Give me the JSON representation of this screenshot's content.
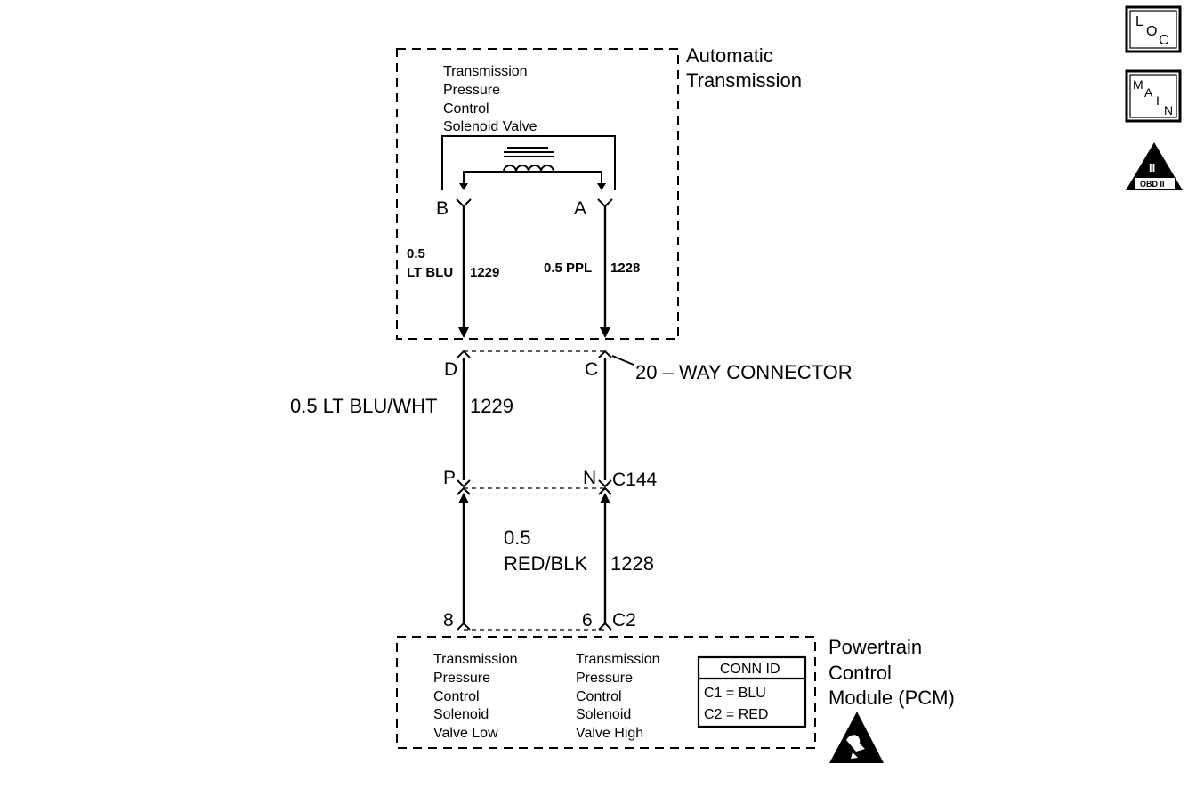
{
  "automatic_transmission": {
    "title_lines": [
      "Automatic",
      "Transmission"
    ],
    "solenoid_label_lines": [
      "Transmission",
      "Pressure",
      "Control",
      "Solenoid Valve"
    ],
    "terminal_b": "B",
    "terminal_a": "A",
    "wire_b": {
      "gauge": "0.5",
      "color": "LT BLU",
      "circuit": "1229"
    },
    "wire_a": {
      "gauge_color": "0.5 PPL",
      "circuit": "1228"
    }
  },
  "connector_20way": {
    "pin_left": "D",
    "pin_right": "C",
    "label": "20 – WAY CONNECTOR"
  },
  "mid_wire_left": {
    "gauge_color": "0.5 LT BLU/WHT",
    "circuit": "1229"
  },
  "connector_c144": {
    "pin_left": "P",
    "pin_right": "N",
    "label": "C144"
  },
  "lower_wire_right": {
    "gauge": "0.5",
    "color": "RED/BLK",
    "circuit": "1228"
  },
  "pcm_connector": {
    "pin_left": "8",
    "pin_right": "6",
    "label": "C2"
  },
  "pcm": {
    "title_lines": [
      "Powertrain",
      "Control",
      "Module (PCM)"
    ],
    "low_label_lines": [
      "Transmission",
      "Pressure",
      "Control",
      "Solenoid",
      "Valve Low"
    ],
    "high_label_lines": [
      "Transmission",
      "Pressure",
      "Control",
      "Solenoid",
      "Valve High"
    ],
    "conn_id": {
      "header": "CONN ID",
      "rows": [
        "C1 = BLU",
        "C2 = RED"
      ]
    }
  },
  "nav_icons": {
    "loc": [
      "L",
      "O",
      "C"
    ],
    "main": [
      "M",
      "A",
      "I",
      "N"
    ],
    "obd": {
      "symbol": "II",
      "label": "OBD II"
    }
  }
}
